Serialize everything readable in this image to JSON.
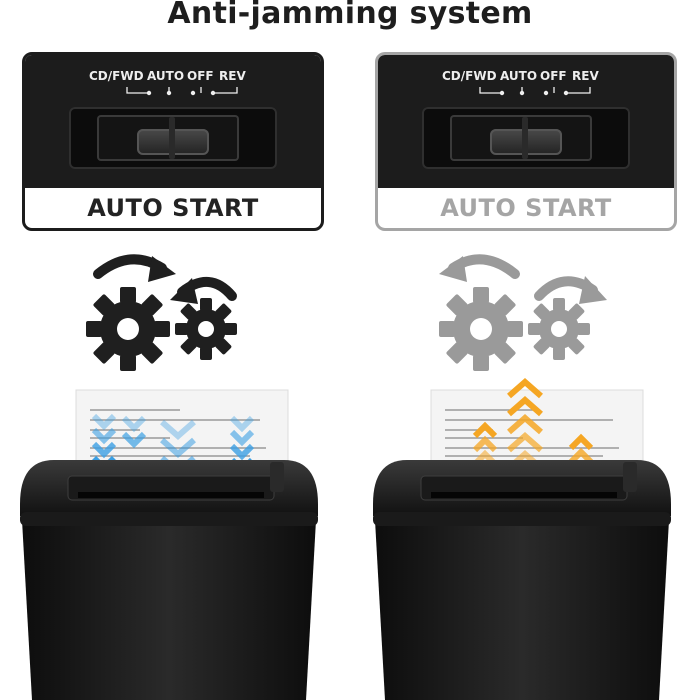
{
  "title": "Anti-jamming system",
  "panels": [
    {
      "modes": [
        "CD/FWD",
        "AUTO",
        "OFF",
        "REV"
      ],
      "bottom_label": "AUTO START",
      "state": "active"
    },
    {
      "modes": [
        "CD/FWD",
        "AUTO",
        "OFF",
        "REV"
      ],
      "bottom_label": "AUTO START",
      "state": "inactive"
    }
  ],
  "colors": {
    "dark": "#1c1c1c",
    "inactive_gray": "#a5a5a5",
    "gear_dark": "#1f1f1f",
    "gear_gray": "#9a9a9a",
    "arrow_blue": "#2f9ae0",
    "arrow_orange": "#f5a623"
  },
  "icons": {
    "left_gears": "gears-icon",
    "right_gears": "gears-icon",
    "left_arrows": "blue-chevron-down-arrows",
    "right_arrows": "orange-chevron-up-arrows",
    "rotation": "curved-arrow-icon",
    "shredder": "paper-shredder-icon"
  }
}
